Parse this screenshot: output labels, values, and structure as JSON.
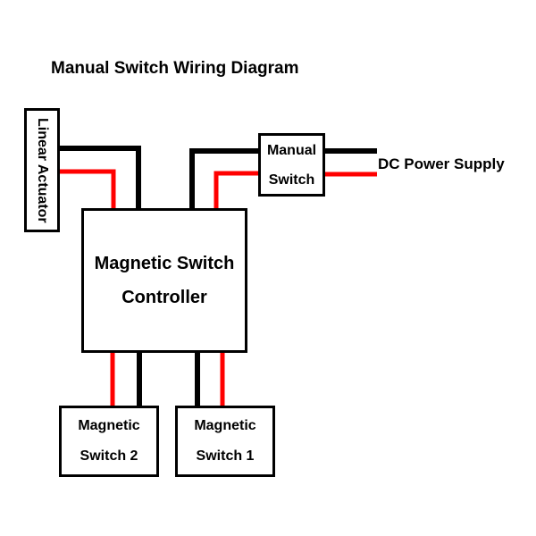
{
  "title": "Manual Switch Wiring Diagram",
  "colors": {
    "positive_wire": "#ff0000",
    "negative_wire": "#000000",
    "background": "#ffffff"
  },
  "nodes": {
    "linear_actuator": {
      "label": "Linear Actuator"
    },
    "controller": {
      "line1": "Magnetic Switch",
      "line2": "Controller"
    },
    "manual_switch": {
      "line1": "Manual",
      "line2": "Switch"
    },
    "power_supply": {
      "label": "DC Power Supply"
    },
    "magnetic_switch_2": {
      "line1": "Magnetic",
      "line2": "Switch 2"
    },
    "magnetic_switch_1": {
      "line1": "Magnetic",
      "line2": "Switch 1"
    }
  },
  "connections": [
    {
      "from": "Linear Actuator",
      "to": "Magnetic Switch Controller",
      "wire": "black"
    },
    {
      "from": "Linear Actuator",
      "to": "Magnetic Switch Controller",
      "wire": "red"
    },
    {
      "from": "Magnetic Switch Controller",
      "to": "Manual Switch",
      "wire": "black"
    },
    {
      "from": "Magnetic Switch Controller",
      "to": "Manual Switch",
      "wire": "red"
    },
    {
      "from": "Manual Switch",
      "to": "DC Power Supply",
      "wire": "black"
    },
    {
      "from": "Manual Switch",
      "to": "DC Power Supply",
      "wire": "red"
    },
    {
      "from": "Magnetic Switch Controller",
      "to": "Magnetic Switch 2",
      "wire": "red"
    },
    {
      "from": "Magnetic Switch Controller",
      "to": "Magnetic Switch 2",
      "wire": "black"
    },
    {
      "from": "Magnetic Switch Controller",
      "to": "Magnetic Switch 1",
      "wire": "black"
    },
    {
      "from": "Magnetic Switch Controller",
      "to": "Magnetic Switch 1",
      "wire": "red"
    }
  ]
}
